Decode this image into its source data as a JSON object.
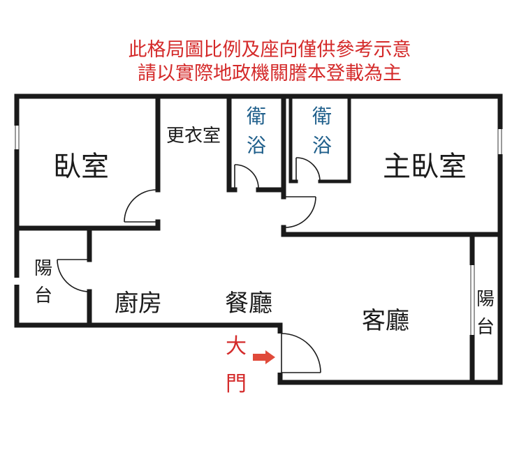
{
  "notice": {
    "line1": "此格局圖比例及座向僅供參考示意",
    "line2": "請以實際地政機關謄本登載為主"
  },
  "rooms": {
    "bedroom": "臥室",
    "closet": "更衣室",
    "bath_left_line1": "衛",
    "bath_left_line2": "浴",
    "bath_right_line1": "衛",
    "bath_right_line2": "浴",
    "master_bedroom": "主臥室",
    "balcony_left_line1": "陽",
    "balcony_left_line2": "台",
    "kitchen": "廚房",
    "dining": "餐廳",
    "living": "客廳",
    "balcony_right_line1": "陽",
    "balcony_right_line2": "台"
  },
  "entrance": {
    "line1": "大",
    "line2": "門"
  },
  "colors": {
    "notice": "#d42a2a",
    "bath_label": "#1f5f8b",
    "arrow": "#e04a3a",
    "wall": "#1a1a1a"
  }
}
